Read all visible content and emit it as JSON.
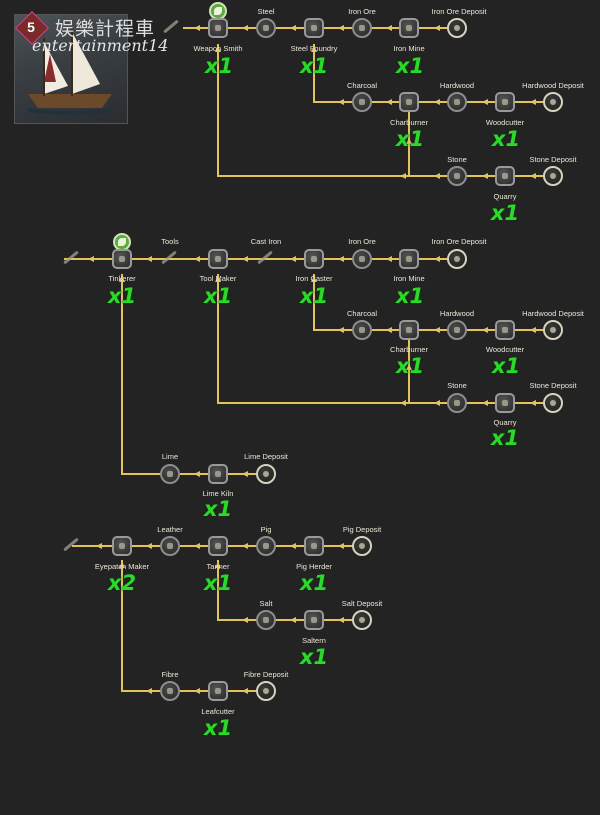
{
  "thumbnail": {
    "badge": "5",
    "watermark_cn": "娱樂計程車",
    "watermark_en": "entertainment14"
  },
  "chains": [
    {
      "labels": {
        "steel": "Steel",
        "iron_ore": "Iron Ore",
        "iron_ore_deposit": "Iron Ore Deposit",
        "weapon_smith": "Weapon Smith",
        "steel_foundry": "Steel Foundry",
        "iron_mine": "Iron Mine",
        "charcoal": "Charcoal",
        "hardwood": "Hardwood",
        "hardwood_deposit": "Hardwood Deposit",
        "charburner": "Charburner",
        "woodcutter": "Woodcutter",
        "stone": "Stone",
        "stone_deposit": "Stone Deposit",
        "quarry": "Quarry"
      },
      "counts": {
        "weapon_smith": "x1",
        "steel_foundry": "x1",
        "iron_mine": "x1",
        "charburner": "x1",
        "woodcutter": "x1",
        "quarry": "x1"
      }
    },
    {
      "labels": {
        "tools": "Tools",
        "cast_iron": "Cast Iron",
        "iron_ore": "Iron Ore",
        "iron_ore_deposit": "Iron Ore Deposit",
        "tinkerer": "Tinkerer",
        "tool_maker": "Tool Maker",
        "iron_caster": "Iron Caster",
        "iron_mine": "Iron Mine",
        "charcoal": "Charcoal",
        "hardwood": "Hardwood",
        "hardwood_deposit": "Hardwood Deposit",
        "charburner": "Charburner",
        "woodcutter": "Woodcutter",
        "stone": "Stone",
        "stone_deposit": "Stone Deposit",
        "quarry": "Quarry",
        "lime": "Lime",
        "lime_deposit": "Lime Deposit",
        "lime_kiln": "Lime Kiln"
      },
      "counts": {
        "tinkerer": "x1",
        "tool_maker": "x1",
        "iron_caster": "x1",
        "iron_mine": "x1",
        "charburner": "x1",
        "woodcutter": "x1",
        "quarry": "x1",
        "lime_kiln": "x1"
      }
    },
    {
      "labels": {
        "leather": "Leather",
        "pig": "Pig",
        "pig_deposit": "Pig Deposit",
        "eyepatch_maker": "Eyepatch Maker",
        "tanner": "Tanner",
        "pig_herder": "Pig Herder",
        "salt": "Salt",
        "salt_deposit": "Salt Deposit",
        "saltern": "Saltern",
        "fibre": "Fibre",
        "fibre_deposit": "Fibre Deposit",
        "leafcutter": "Leafcutter"
      },
      "counts": {
        "eyepatch_maker": "x2",
        "tanner": "x1",
        "pig_herder": "x1",
        "saltern": "x1",
        "leafcutter": "x1"
      }
    }
  ]
}
